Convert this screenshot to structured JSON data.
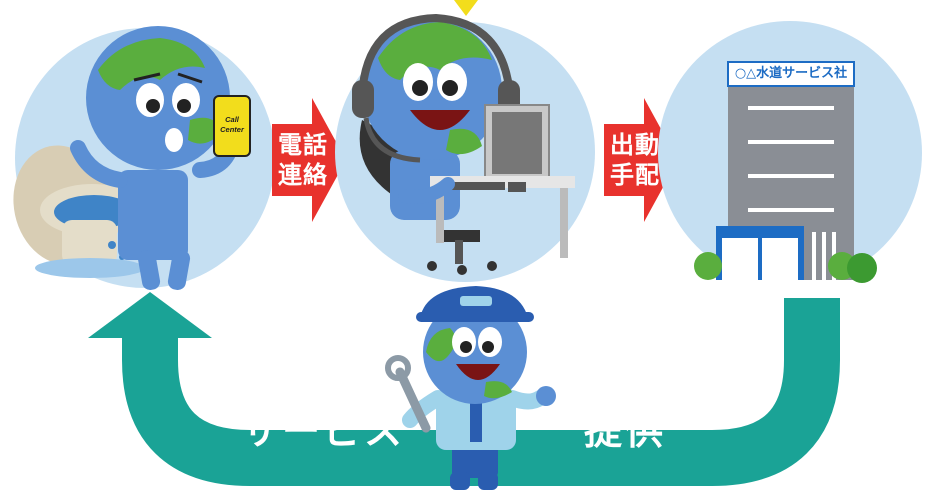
{
  "customer": {
    "phone_text": "Call\nCenter",
    "phone_line1": "Call",
    "phone_line2": "Center"
  },
  "arrows": {
    "phone_contact": {
      "line1": "電話",
      "line2": "連絡"
    },
    "dispatch": {
      "line1": "出動",
      "line2": "手配"
    }
  },
  "company": {
    "sign": "○△水道サービス社"
  },
  "service": {
    "left": "サービス",
    "right": "提供"
  },
  "colors": {
    "circle": "#c5dff2",
    "red_arrow": "#e8322d",
    "teal_arrow": "#1aa396",
    "earth_blue": "#5b8fd4",
    "earth_green": "#5aae3e",
    "building": "#8a8e95",
    "sign_blue": "#1d6cc4",
    "headset": "#565656",
    "cap_blue": "#2a5db0"
  }
}
